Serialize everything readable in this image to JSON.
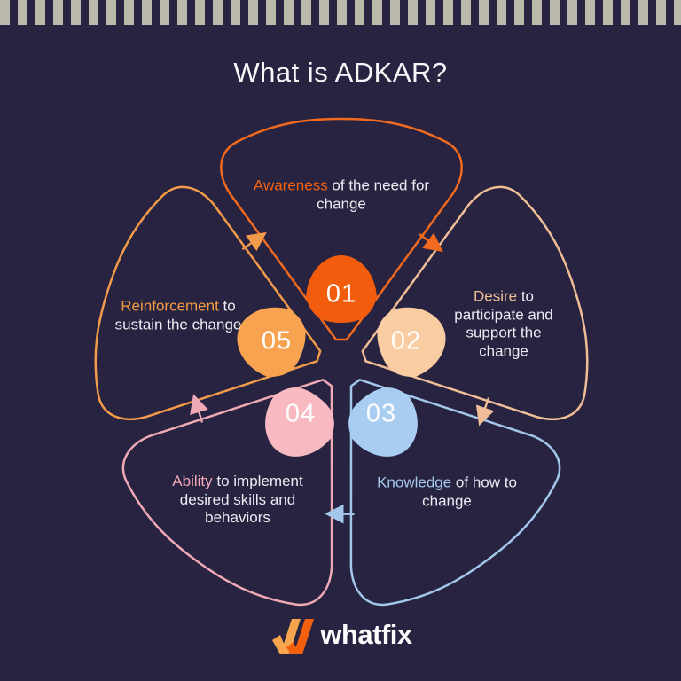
{
  "page": {
    "title": "What is ADKAR?",
    "background_color": "#272340",
    "stripe_color": "#BBB9AC",
    "title_color": "#F7F7FA",
    "body_text_color": "#ECEBF2"
  },
  "diagram": {
    "model": "ADKAR",
    "steps": [
      {
        "number": "01",
        "keyword": "Awareness",
        "description": " of the need for change",
        "fill": "#F25D0D",
        "line": "#F26A1E",
        "accent": "#F2620F"
      },
      {
        "number": "02",
        "keyword": "Desire",
        "description": " to participate and support the change",
        "fill": "#F9CCA2",
        "line": "#EFBE97",
        "accent": "#F0BE98"
      },
      {
        "number": "03",
        "keyword": "Knowledge",
        "description": " of how to change",
        "fill": "#A9CDF0",
        "line": "#A2C7EB",
        "accent": "#A6C9EE"
      },
      {
        "number": "04",
        "keyword": "Ability",
        "description": " to implement desired skills and behaviors",
        "fill": "#F9B9C1",
        "line": "#EFA9B6",
        "accent": "#F3A8B5"
      },
      {
        "number": "05",
        "keyword": "Reinforcement",
        "description": " to sustain the change",
        "fill": "#F7A34F",
        "line": "#F29B4B",
        "accent": "#F49C43"
      }
    ]
  },
  "brand": {
    "name": "whatfix",
    "mark_amber": "#F7A44E",
    "mark_orange": "#F2600D"
  }
}
